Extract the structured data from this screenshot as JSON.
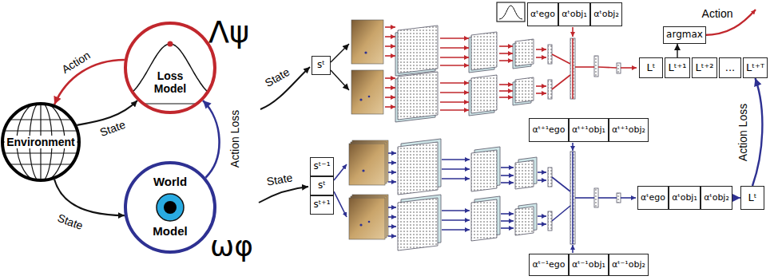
{
  "diagram": {
    "nodes": [
      {
        "text": [
          "Environment"
        ]
      },
      {
        "text": [
          "Loss Model",
          "Λψ"
        ]
      },
      {
        "text": [
          "World",
          "Model",
          "ωφ"
        ]
      },
      {
        "text": [
          "sᵗ"
        ]
      },
      {
        "text": [
          "αᵗego"
        ]
      },
      {
        "text": [
          "αᵗobj₁"
        ]
      },
      {
        "text": [
          "αᵗobj₂"
        ]
      },
      {
        "text": [
          "argmax"
        ]
      },
      {
        "text": [
          "Lᵗ"
        ]
      },
      {
        "text": [
          "Lᵗ⁺¹"
        ]
      },
      {
        "text": [
          "Lᵗ⁺²"
        ]
      },
      {
        "text": [
          "..."
        ]
      },
      {
        "text": [
          "Lᵗ⁺ᵀ"
        ]
      },
      {
        "text": [
          "sᵗ⁻¹"
        ]
      },
      {
        "text": [
          "sᵗ"
        ]
      },
      {
        "text": [
          "sᵗ⁺¹"
        ]
      },
      {
        "text": [
          "αᵗ⁺¹ego"
        ]
      },
      {
        "text": [
          "αᵗ⁺¹obj₁"
        ]
      },
      {
        "text": [
          "αᵗ⁺¹obj₂"
        ]
      },
      {
        "text": [
          "αᵗ⁻¹ego"
        ]
      },
      {
        "text": [
          "αᵗ⁻¹obj₁"
        ]
      },
      {
        "text": [
          "αᵗ⁻¹obj₂"
        ]
      },
      {
        "text": [
          "αᵗego"
        ]
      },
      {
        "text": [
          "αᵗobj₁"
        ]
      },
      {
        "text": [
          "αᵗobj₂"
        ]
      },
      {
        "text": [
          "Lᵗ"
        ]
      }
    ],
    "edges": [
      {
        "from": 1,
        "to": 0,
        "label": "Action",
        "arrow": "to"
      },
      {
        "from": 0,
        "to": 1,
        "label": "State",
        "arrow": "to"
      },
      {
        "from": 0,
        "to": 2,
        "label": "State",
        "arrow": "to"
      },
      {
        "from": 2,
        "to": 1,
        "label": "Action Loss",
        "arrow": "to"
      },
      {
        "from": 9,
        "to": 7,
        "arrow": "to"
      },
      {
        "from": 24,
        "to": 25,
        "arrow": "to"
      },
      {
        "from": 25,
        "to": 12,
        "label": "Action Loss",
        "arrow": "to"
      }
    ],
    "labels": [
      "State",
      "State",
      "Action"
    ]
  }
}
